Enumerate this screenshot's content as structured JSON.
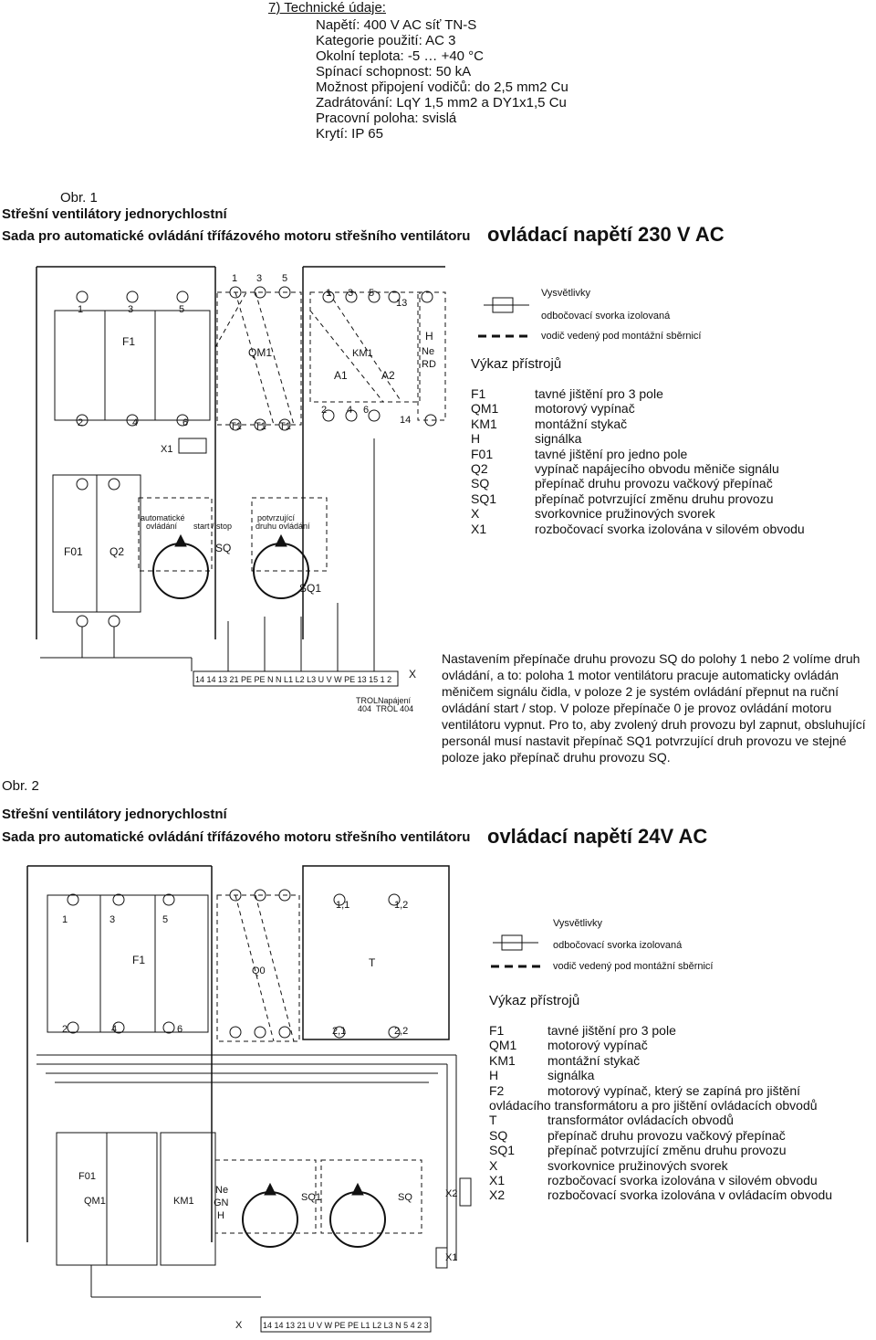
{
  "specs": {
    "heading": "7) Technické údaje:",
    "items": [
      "Napětí: 400 V AC síť TN-S",
      "Kategorie použití: AC 3",
      "Okolní teplota: -5 … +40 °C",
      "Spínací schopnost: 50 kA",
      "Možnost připojení vodičů: do 2,5 mm2 Cu",
      "Zadrátování: LqY 1,5 mm2 a DY1x1,5 Cu",
      "Pracovní poloha: svislá",
      "Krytí: IP 65"
    ]
  },
  "fig1": {
    "label": "Obr. 1",
    "title": "Střešní ventilátory jednorychlostní",
    "subtitle": "Sada  pro automatické ovládání třífázového motoru střešního ventilátoru",
    "voltage": "ovládací napětí 230 V AC",
    "legend_title": "Vysvětlivky",
    "legend_terminal": "odbočovací svorka izolovaná",
    "legend_bus": "vodič vedený pod montážní sběrnicí",
    "devices_title": "Výkaz přístrojů",
    "devices": [
      {
        "code": "F1",
        "desc": "tavné jištění pro 3 pole"
      },
      {
        "code": "QM1",
        "desc": "motorový vypínač"
      },
      {
        "code": "KM1",
        "desc": "montážní stykač"
      },
      {
        "code": "H",
        "desc": "signálka"
      },
      {
        "code": "F01",
        "desc": "tavné jištění pro jedno pole"
      },
      {
        "code": "Q2",
        "desc": "vypínač napájecího obvodu měniče signálu"
      },
      {
        "code": "SQ",
        "desc": "přepínač druhu provozu vačkový přepínač"
      },
      {
        "code": "SQ1",
        "desc": "přepínač potvrzující změnu druhu provozu"
      },
      {
        "code": "X",
        "desc": "svorkovnice pružinových svorek"
      },
      {
        "code": "X1",
        "desc": "rozbočovací svorka izolována v silovém obvodu"
      }
    ],
    "note": "Nastavením přepínače druhu provozu SQ do polohy 1 nebo 2 volíme druh ovládání, a to: poloha 1 motor ventilátoru pracuje automaticky ovládán měničem signálu čidla, v poloze 2 je systém ovládání přepnut na ruční ovládání  start / stop. V poloze přepínače 0 je provoz ovládání motoru ventilátoru vypnut. Pro to, aby zvolený druh provozu byl zapnut, obsluhující personál musí nastavit přepínač SQ1 potvrzující druh provozu ve stejné poloze jako přepínač druhu provozu SQ.",
    "diagram": {
      "f1": "F1",
      "qm1": "QM1",
      "km1": "KM1",
      "h": "H",
      "ne": "Ne",
      "rd": "RD",
      "a1": "A1",
      "a2": "A2",
      "x1": "X1",
      "f01": "F01",
      "q2": "Q2",
      "sq": "SQ",
      "sq1": "SQ1",
      "auto": "automatické",
      "ovl": "ovládání",
      "startstop": "start / stop",
      "potv": "potvrzující",
      "druh": "druhu ovládání",
      "terminals": "14 14 13 21 PE PE N  N L1 L2 L3 U  V  W PE 13 15  1  2",
      "x": "X",
      "trol": "TROL",
      "trol_n": "404",
      "napajeni": "Napájení",
      "trol404": "TROL 404"
    }
  },
  "fig2": {
    "label": "Obr. 2",
    "title": "Střešní ventilátory jednorychlostní",
    "subtitle": "Sada  pro automatické ovládání třífázového motoru střešního ventilátoru",
    "voltage": "ovládací napětí  24V AC",
    "legend_title": "Vysvětlivky",
    "legend_terminal": "odbočovací svorka izolovaná",
    "legend_bus": "vodič vedený pod montážní sběrnicí",
    "devices_title": "Výkaz přístrojů",
    "devices": [
      {
        "code": "F1",
        "desc": "tavné jištění pro 3 pole"
      },
      {
        "code": "QM1",
        "desc": "motorový vypínač"
      },
      {
        "code": "KM1",
        "desc": "montážní stykač"
      },
      {
        "code": "H",
        "desc": "signálka"
      },
      {
        "code": "F2",
        "desc": "motorový vypínač, který se zapíná pro jištění"
      },
      {
        "code": "",
        "desc": "ovládacího transformátoru a pro jištění ovládacích obvodů"
      },
      {
        "code": "T",
        "desc": "transformátor ovládacích obvodů"
      },
      {
        "code": "SQ",
        "desc": "přepínač druhu provozu vačkový přepínač"
      },
      {
        "code": "SQ1",
        "desc": "přepínač potvrzující změnu druhu provozu"
      },
      {
        "code": "X",
        "desc": "svorkovnice pružinových svorek"
      },
      {
        "code": "X1",
        "desc": "rozbočovací svorka izolována v silovém obvodu"
      },
      {
        "code": "X2",
        "desc": "rozbočovací svorka izolována v ovládacím obvodu"
      }
    ],
    "diagram": {
      "f1": "F1",
      "q0": "Q0",
      "t": "T",
      "f01": "F01",
      "qm1": "QM1",
      "km1": "KM1",
      "ne": "Ne",
      "gn": "GN",
      "h": "H",
      "sq1": "SQ1",
      "sq": "SQ",
      "x1": "X1",
      "x2": "X2",
      "x": "X",
      "terminals": "14 14 13 21 U  V  W PE PE L1 L2 L3 N  5  4  2  3",
      "t11": "1,1",
      "t12": "1,2",
      "t21": "2,1",
      "t22": "2,2"
    }
  }
}
